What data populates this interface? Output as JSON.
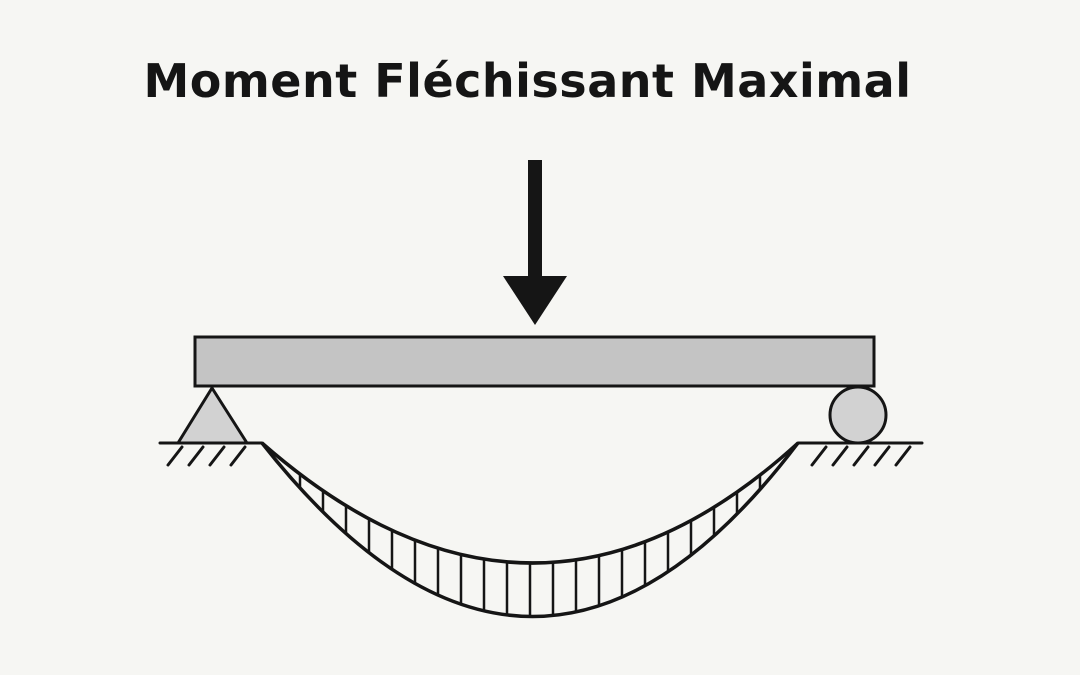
{
  "diagram": {
    "title": "Moment Fléchissant Maximal",
    "elements": [
      "point-load-arrow",
      "beam",
      "pin-support",
      "roller-support",
      "ground",
      "bending-moment-diagram"
    ],
    "colors": {
      "background": "#f6f6f3",
      "ink": "#151515",
      "beam_fill": "#c4c4c4",
      "support_fill": "#d2d2d2"
    }
  }
}
